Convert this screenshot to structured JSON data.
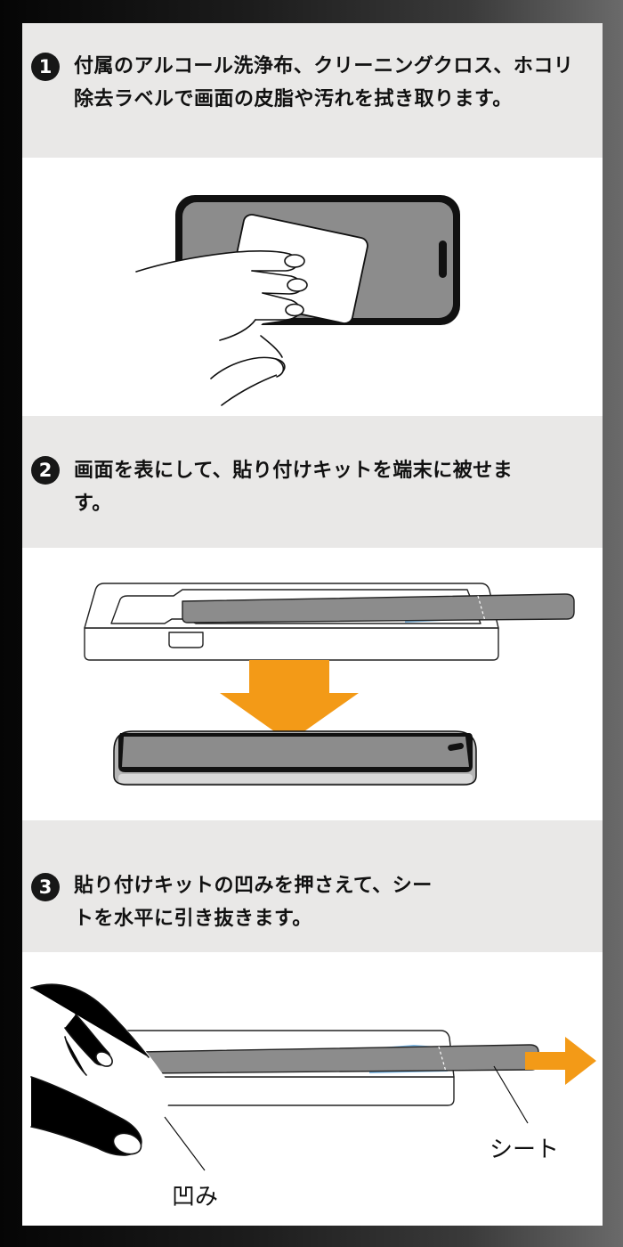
{
  "steps": [
    {
      "number": "1",
      "text": "付属のアルコール洗浄布、クリーニングクロス、ホコリ除去ラベルで画面の皮脂や汚れを拭き取ります。"
    },
    {
      "number": "2",
      "text": "画面を表にして、貼り付けキットを端末に被せます。"
    },
    {
      "number": "3",
      "text": "貼り付けキットの凹みを押さえて、シートを水平に引き抜きます。"
    }
  ],
  "labels": {
    "dent": "凹み",
    "sheet": "シート"
  },
  "colors": {
    "accent_orange": "#f39a17",
    "header_bg": "#e9e8e7",
    "screen_gray": "#8c8c8c",
    "blue_tab": "#7fb9e6"
  }
}
